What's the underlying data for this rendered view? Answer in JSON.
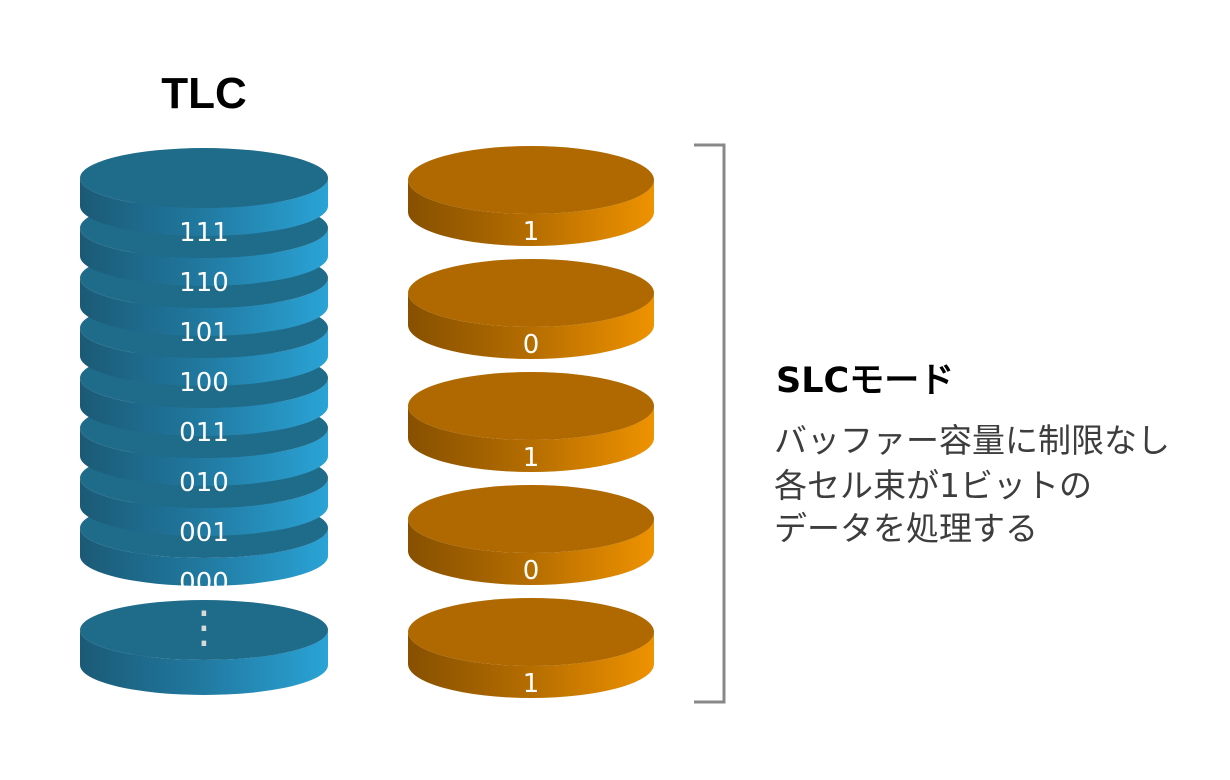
{
  "tlc_title": "TLC",
  "tlc_stack": {
    "layers": [
      "111",
      "110",
      "101",
      "100",
      "011",
      "010",
      "001",
      "000"
    ],
    "continuation_mark": "⋮"
  },
  "slc_stack": {
    "bits": [
      "1",
      "0",
      "1",
      "0",
      "1"
    ]
  },
  "slc_mode": {
    "heading": "SLCモード",
    "lines": [
      "バッファー容量に制限なし",
      "各セル束が1ビットの",
      "データを処理する"
    ]
  },
  "colors": {
    "tlc_top": "#1f6b8a",
    "tlc_side_dark": "#1d5c78",
    "tlc_side_light": "#2a9fd0",
    "slc_top": "#b06900",
    "slc_side_dark": "#8a5300",
    "slc_side_light": "#e88e00",
    "bracket": "#888888"
  }
}
